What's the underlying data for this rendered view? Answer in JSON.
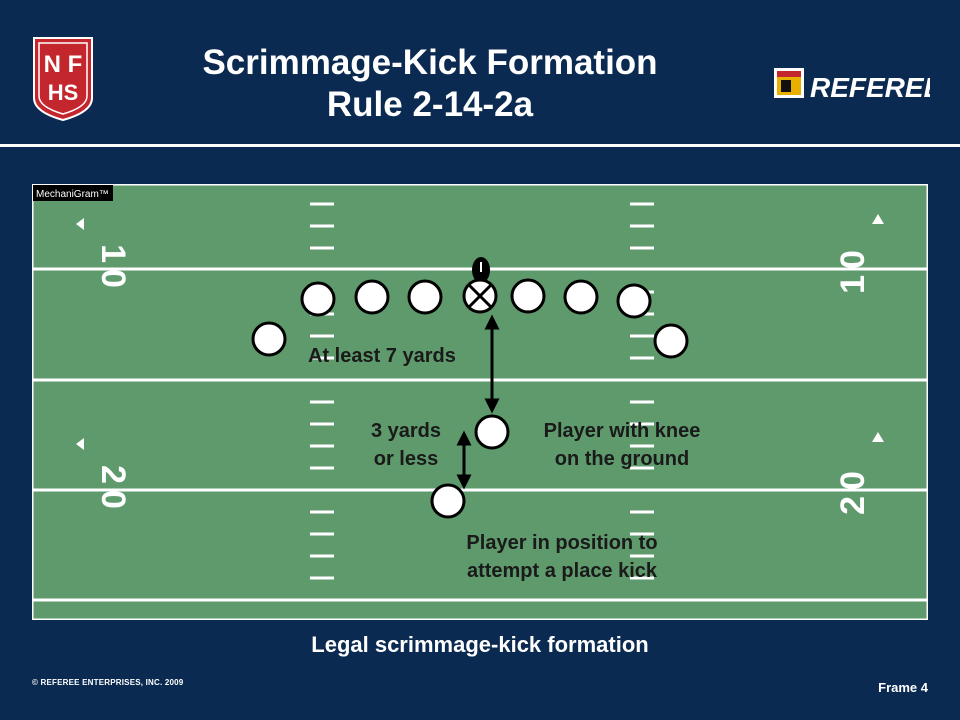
{
  "header": {
    "title_line1": "Scrimmage-Kick Formation",
    "title_line2": "Rule 2-14-2a",
    "logo_left_text": "NFHS",
    "logo_right_text": "REFEREE"
  },
  "diagram": {
    "tag": "MechaniGram™",
    "yard_markers": {
      "top_left": "10",
      "top_right": "10",
      "bottom_left": "20",
      "bottom_right": "20"
    },
    "labels": {
      "distance_7": "At least 7 yards",
      "distance_3_line1": "3 yards",
      "distance_3_line2": "or less",
      "knee_line1": "Player with knee",
      "knee_line2": "on the ground",
      "kicker_line1": "Player in position to",
      "kicker_line2": "attempt a place kick"
    },
    "colors": {
      "field": "#5e9a6c",
      "lines": "#ffffff",
      "background": "#0b2a52",
      "player_fill": "#ffffff",
      "player_outline": "#000000"
    },
    "icons": [
      "football-icon",
      "snapper-x-icon",
      "player-circle-icon",
      "arrow-icon"
    ]
  },
  "footer": {
    "caption": "Legal scrimmage-kick formation",
    "copyright": "© REFEREE ENTERPRISES, INC. 2009",
    "frame": "Frame 4"
  }
}
